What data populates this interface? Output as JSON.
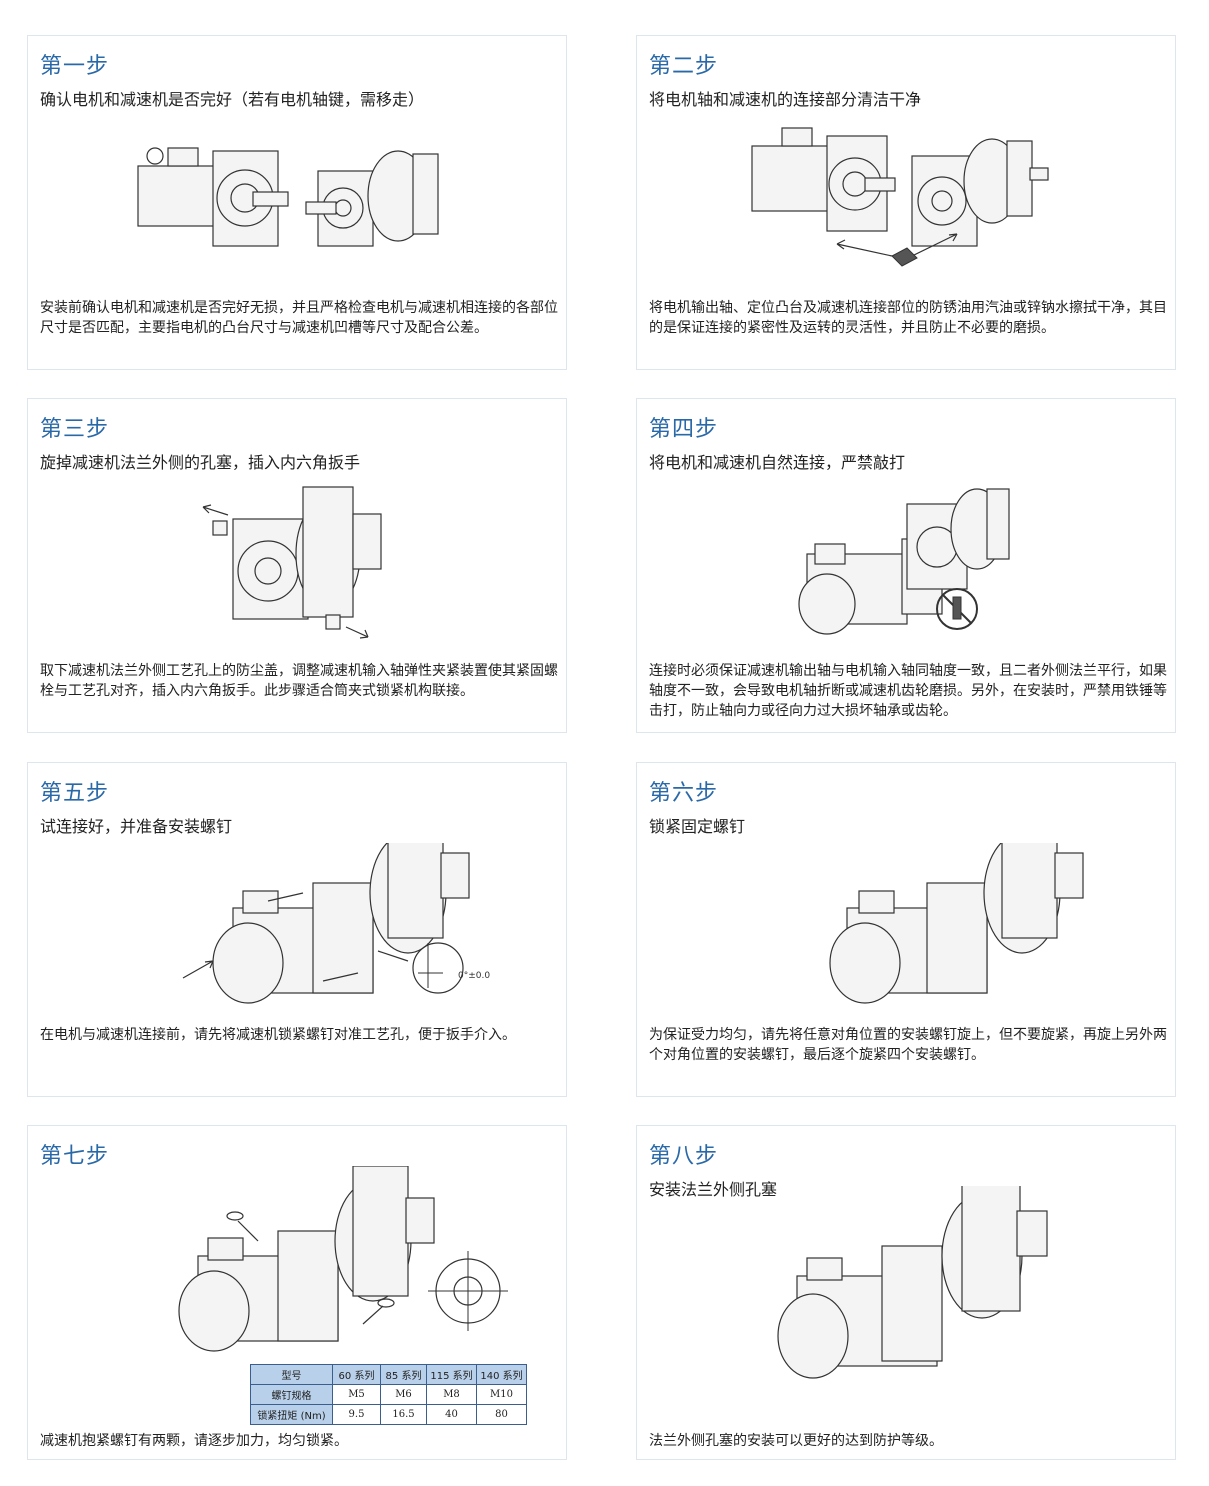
{
  "steps": [
    {
      "title": "第一步",
      "subtitle": "确认电机和减速机是否完好（若有电机轴键，需移走）",
      "desc": "安装前确认电机和减速机是否完好无损，并且严格检查电机与减速机相连接的各部位尺寸是否匹配，主要指电机的凸台尺寸与减速机凹槽等尺寸及配合公差。"
    },
    {
      "title": "第二步",
      "subtitle": "将电机轴和减速机的连接部分清洁干净",
      "desc": "将电机输出轴、定位凸台及减速机连接部位的防锈油用汽油或锌钠水擦拭干净，其目的是保证连接的紧密性及运转的灵活性，并且防止不必要的磨损。"
    },
    {
      "title": "第三步",
      "subtitle": "旋掉减速机法兰外侧的孔塞，插入内六角扳手",
      "desc": "取下减速机法兰外侧工艺孔上的防尘盖，调整减速机输入轴弹性夹紧装置使其紧固螺栓与工艺孔对齐，插入内六角扳手。此步骤适合筒夹式锁紧机构联接。"
    },
    {
      "title": "第四步",
      "subtitle": "将电机和减速机自然连接，严禁敲打",
      "desc": "连接时必须保证减速机输出轴与电机输入轴同轴度一致，且二者外侧法兰平行，如果轴度不一致，会导致电机轴折断或减速机齿轮磨损。另外，在安装时，严禁用铁锤等击打，防止轴向力或径向力过大损坏轴承或齿轮。"
    },
    {
      "title": "第五步",
      "subtitle": "试连接好，并准备安装螺钉",
      "desc": "在电机与减速机连接前，请先将减速机锁紧螺钉对准工艺孔，便于扳手介入。",
      "annotation": "0°±0.0"
    },
    {
      "title": "第六步",
      "subtitle": "锁紧固定螺钉",
      "desc": "为保证受力均匀，请先将任意对角位置的安装螺钉旋上，但不要旋紧，再旋上另外两个对角位置的安装螺钉，最后逐个旋紧四个安装螺钉。"
    },
    {
      "title": "第七步",
      "subtitle": "",
      "desc": "减速机抱紧螺钉有两颗，请逐步加力，均匀锁紧。"
    },
    {
      "title": "第八步",
      "subtitle": "安装法兰外侧孔塞",
      "desc": "法兰外侧孔塞的安装可以更好的达到防护等级。"
    }
  ],
  "spec_table": {
    "header": [
      "型号",
      "60 系列",
      "85 系列",
      "115 系列",
      "140 系列"
    ],
    "rows": [
      [
        "螺钉规格",
        "M5",
        "M6",
        "M8",
        "M10"
      ],
      [
        "锁紧扭矩 (Nm)",
        "9.5",
        "16.5",
        "40",
        "80"
      ]
    ]
  },
  "colors": {
    "title": "#2a69a8",
    "border": "#dde6ef",
    "table_header": "#b9d0ea"
  }
}
